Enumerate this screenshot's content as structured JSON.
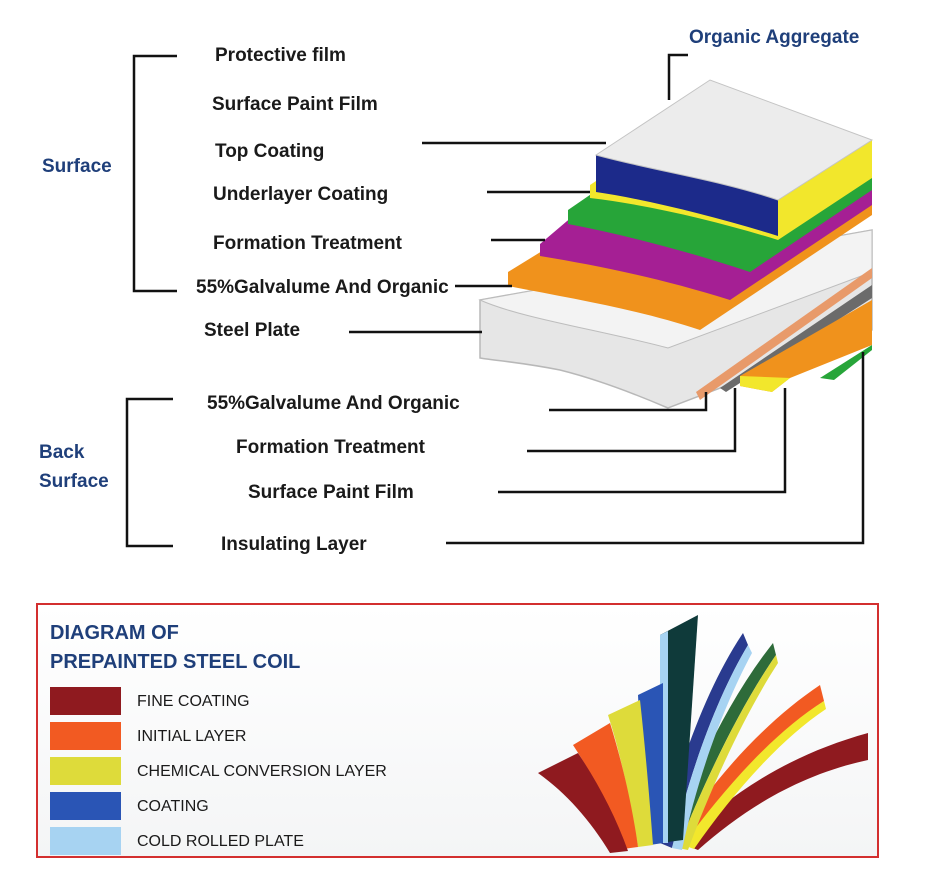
{
  "diagram": {
    "top_label": "Organic Aggregate",
    "groups": {
      "surface": "Surface",
      "back_surface": [
        "Back",
        "Surface"
      ]
    },
    "surface_layers": [
      "Protective film",
      "Surface Paint Film",
      "Top Coating",
      "Underlayer Coating",
      "Formation Treatment",
      "55%Galvalume And Organic"
    ],
    "core_layer": "Steel Plate",
    "back_layers": [
      "55%Galvalume And Organic",
      "Formation Treatment",
      "Surface Paint Film",
      "Insulating Layer"
    ],
    "layer_colors": {
      "top_white": "#ececec",
      "navy": "#1c2a8a",
      "yellow": "#f2e72c",
      "green": "#27a539",
      "purple": "#a51f94",
      "orange": "#f0921c",
      "steel": "#e8e8e8"
    }
  },
  "legend": {
    "title": [
      "DIAGRAM OF",
      "PREPAINTED STEEL COIL"
    ],
    "border_color": "#d32f2f",
    "items": [
      {
        "label": "FINE COATING",
        "color": "#8f1a1f"
      },
      {
        "label": "INITIAL LAYER",
        "color": "#f25a22"
      },
      {
        "label": "CHEMICAL CONVERSION LAYER",
        "color": "#dedb3a"
      },
      {
        "label": "COATING",
        "color": "#2a55b5"
      },
      {
        "label": "COLD ROLLED PLATE",
        "color": "#a7d3f2"
      }
    ]
  }
}
